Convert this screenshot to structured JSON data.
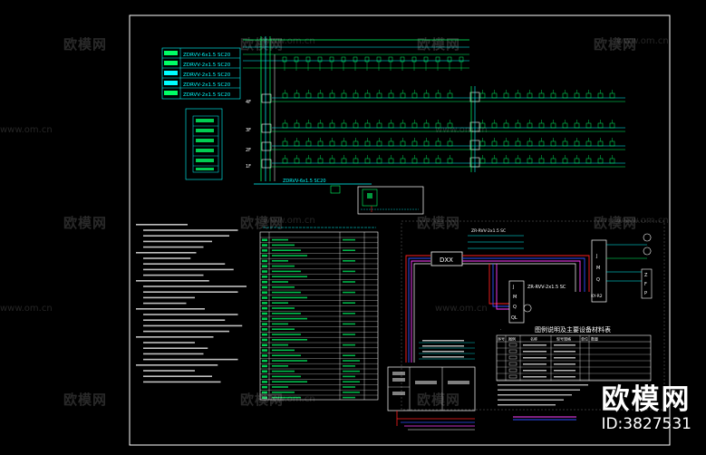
{
  "diagram": {
    "background": "#000000",
    "colors": {
      "frame": "#ffffff",
      "cyan": "#00ffff",
      "green": "#00ff66",
      "yellow": "#ffff00",
      "red": "#ff2020",
      "blue": "#3050ff",
      "magenta": "#ff40ff",
      "white": "#ffffff"
    },
    "cable_labels": [
      "ZDRVV-6x1.5 SC20",
      "ZDRVV-2x1.5 SC20",
      "ZDRVV-2x1.5 SC20",
      "ZDRVV-2x1.5 SC20",
      "ZDRVV-2x1.5 SC20"
    ],
    "floor_labels": [
      "4F",
      "3F",
      "2F",
      "1F"
    ],
    "bottom_cable_label": "ZDRVV-6x1.5 SC20",
    "controller_label": "DXX",
    "center_box_letters": [
      "J",
      "M",
      "Q",
      "QL"
    ],
    "right_box_letters": [
      "J",
      "M",
      "Q",
      "KY-R2"
    ],
    "right_stack_letters": [
      "Z",
      "F",
      "P"
    ],
    "branch_label": "ZR-RVV-2x1.5 SC",
    "table_title": "图例说明及主要设备材料表",
    "table_header_columns": [
      "序号",
      "图例",
      "名称",
      "型号规格",
      "单位",
      "数量"
    ]
  },
  "watermarks": {
    "brand_text": "欧模网",
    "url_text": "www.om.cn"
  },
  "brand": {
    "logo_text": "欧模网",
    "id_text": "ID:3827531"
  }
}
